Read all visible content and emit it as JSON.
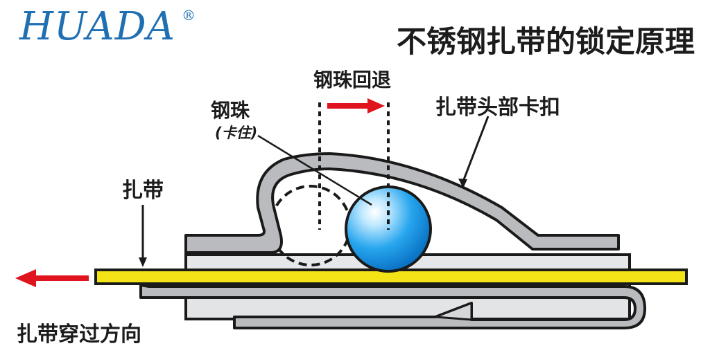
{
  "logo": {
    "text": "HUADA",
    "mark": "®"
  },
  "title": "不锈钢扎带的锁定原理",
  "labels": {
    "ball_return": "钢珠回退",
    "ball": "钢珠",
    "ball_note": "(卡住)",
    "head_buckle": "扎带头部卡扣",
    "strap": "扎带",
    "strap_direction": "扎带穿过方向"
  },
  "colors": {
    "brand": "#1f6fb3",
    "arrow": "#e0141e",
    "strap": "#f4e316",
    "metal": "#b9bbbe",
    "ball": "#1a9be6"
  }
}
